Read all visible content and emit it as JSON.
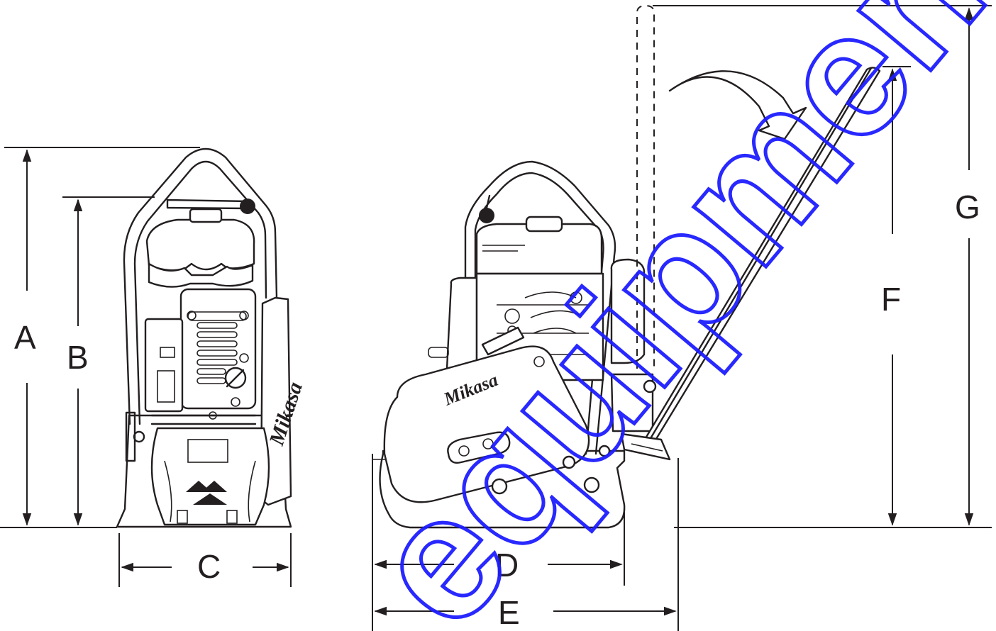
{
  "dimension_labels": {
    "a": "A",
    "b": "B",
    "c": "C",
    "d": "D",
    "e": "E",
    "f": "F",
    "g": "G"
  },
  "brand_text": "Mikasa",
  "watermark_text": "equipment.com",
  "colors": {
    "line": "#231f20",
    "watermark": "#1d1dff",
    "background": "#ffffff"
  }
}
